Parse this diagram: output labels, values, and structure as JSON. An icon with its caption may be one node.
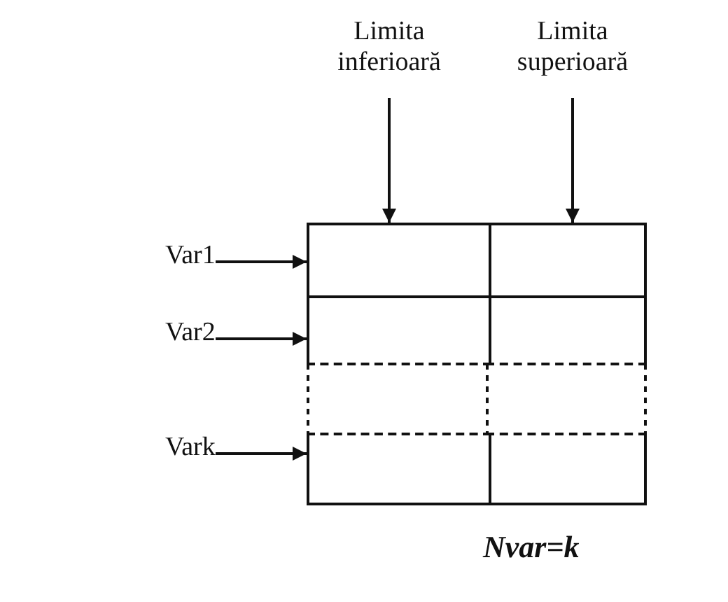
{
  "diagram": {
    "nodes": [
      {
        "text": [
          "Limita inferioară"
        ]
      },
      {
        "text": [
          "Limita superioară"
        ]
      },
      {
        "text": [
          "Var1"
        ]
      },
      {
        "text": [
          "Var2"
        ]
      },
      {
        "text": [
          "Vark"
        ]
      },
      {
        "text": [],
        "shape": "box"
      },
      {
        "text": [],
        "shape": "box"
      },
      {
        "text": [],
        "shape": "box"
      },
      {
        "text": [],
        "shape": "box"
      },
      {
        "text": [],
        "shape": "box"
      },
      {
        "text": [],
        "shape": "box"
      }
    ],
    "edges": [
      {
        "from": 0,
        "to": 5,
        "arrow": "to"
      },
      {
        "from": 1,
        "to": 6,
        "arrow": "to"
      },
      {
        "from": 2,
        "to": 5,
        "arrow": "to"
      },
      {
        "from": 3,
        "to": 7,
        "arrow": "to"
      },
      {
        "from": 4,
        "to": 9,
        "arrow": "to"
      }
    ],
    "labels": [
      "Nvar=k"
    ]
  }
}
